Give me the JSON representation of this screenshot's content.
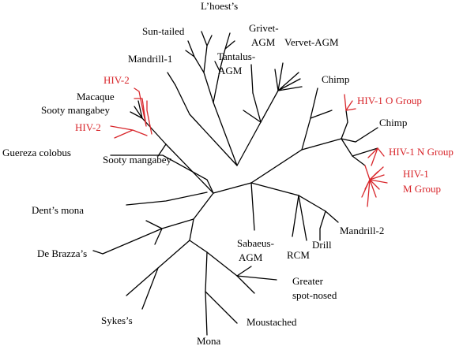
{
  "labels": {
    "lhoest": "L’hoest’s",
    "sun_tailed": "Sun-tailed",
    "grivet_agm_1": "Grivet-",
    "grivet_agm_2": "AGM",
    "vervet_agm": "Vervet-AGM",
    "tantalus_agm_1": "Tantalus-",
    "tantalus_agm_2": "AGM",
    "mandrill_1": "Mandrill-1",
    "hiv2_top": "HIV-2",
    "macaque": "Macaque",
    "sooty_mangabey_top": "Sooty mangabey",
    "hiv2_bottom": "HIV-2",
    "guereza_colobus": "Guereza colobus",
    "sooty_mangabey_bottom": "Sooty mangabey",
    "chimp_top": "Chimp",
    "hiv1_o_group": "HIV-1 O Group",
    "chimp_mid": "Chimp",
    "hiv1_n_group": "HIV-1 N Group",
    "hiv1_m_group_1": "HIV-1",
    "hiv1_m_group_2": "M Group",
    "dents_mona": "Dent’s mona",
    "sabaeus_agm_1": "Sabaeus-",
    "sabaeus_agm_2": "AGM",
    "rcm": "RCM",
    "drill": "Drill",
    "mandrill_2": "Mandrill-2",
    "de_brazzas": "De Brazza’s",
    "greater_spot_nosed_1": "Greater",
    "greater_spot_nosed_2": "spot-nosed",
    "sykes": "Sykes’s",
    "moustached": "Moustached",
    "mona": "Mona"
  },
  "colors": {
    "branch": "#000000",
    "hiv_highlight": "#d8262b",
    "text": "#000000"
  }
}
